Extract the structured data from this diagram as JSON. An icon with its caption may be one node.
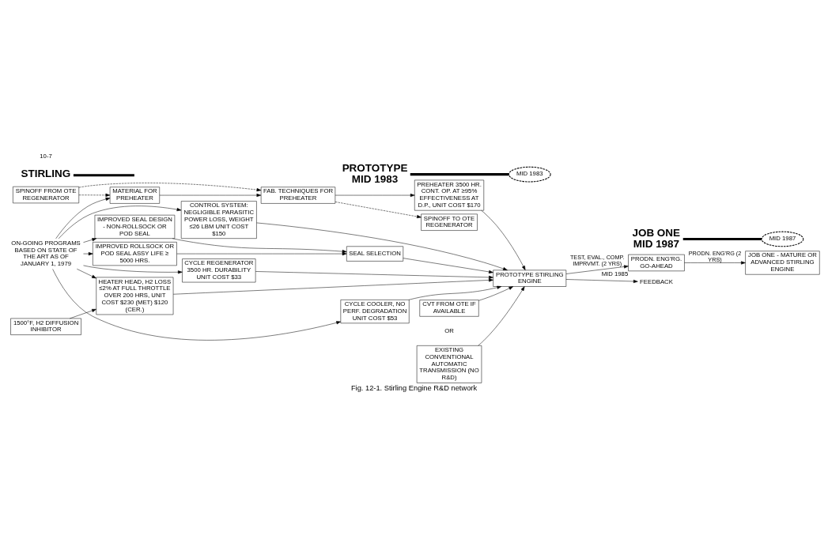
{
  "diagram": {
    "caption": "Fig. 12-1. Stirling Engine R&D network",
    "nodes": [
      {
        "text": [
          "SPINOFF FROM OTE REGENERATOR"
        ]
      },
      {
        "text": [
          "1500°F, H2 DIFFUSION INHIBITOR"
        ]
      },
      {
        "text": [
          "SPINOFF TO OTE REGENERATOR"
        ]
      },
      {
        "text": [
          "HEATER HEAD, H2 LOSS ≤2% AT FULL THROTTLE OVER 200 HRS, UNIT COST $230 (MET) $120 (CER.)"
        ]
      },
      {
        "text": [
          "MATERIAL FOR PREHEATER"
        ]
      },
      {
        "text": [
          "FAB. TECHNIQUES FOR PREHEATER"
        ]
      },
      {
        "text": [
          "PREHEATER 3500 HR. CONT. OP. AT ≥95% EFFECTIVENESS AT D.P., UNIT COST $170"
        ]
      },
      {
        "text": [
          "CYCLE REGENERATOR 3500 HR. DURABILITY UNIT COST $33"
        ]
      },
      {
        "text": [
          "CYCLE COOLER, NO PERF. DEGRADATION UNIT COST $53"
        ]
      },
      {
        "text": [
          "CONTROL SYSTEM: NEGLIGIBLE PARASITIC POWER LOSS, WEIGHT ≤26 LBM UNIT COST $150"
        ]
      },
      {
        "text": [
          "IMPROVED ROLLSOCK OR POD SEAL ASSY LIFE ≥ 5000 HRS."
        ]
      },
      {
        "text": [
          "IMPROVED SEAL DESIGN - NON-ROLLSOCK OR POD SEAL"
        ]
      },
      {
        "text": [
          "SEAL SELECTION"
        ]
      },
      {
        "text": [
          "PROTOTYPE STIRLING ENGINE"
        ]
      },
      {
        "text": [
          "CVT FROM OTE IF AVAILABLE"
        ]
      },
      {
        "text": [
          "EXISTING CONVENTIONAL AUTOMATIC TRANSMISSION (NO R&D)"
        ]
      },
      {
        "text": [
          "PRODN. ENG'RG. GO-AHEAD"
        ],
        "beside": [
          "MID 1985"
        ]
      },
      {
        "text": [
          "JOB ONE - MATURE OR ADVANCED STIRLING ENGINE"
        ]
      },
      {
        "text": [
          "ON-GOING PROGRAMS BASED ON STATE OF THE ART AS OF JANUARY 1, 1979"
        ]
      },
      {
        "text": [
          "MID 1983"
        ]
      },
      {
        "text": [
          "PROTOTYPE MID 1983"
        ]
      },
      {
        "text": [
          "MID 1987"
        ]
      },
      {
        "text": [
          "JOB ONE MID 1987"
        ]
      },
      {
        "text": [
          "FEEDBACK"
        ]
      },
      {
        "text": [
          "STIRLING"
        ]
      }
    ],
    "edges": [
      {
        "from": 18,
        "to": 3,
        "arrow": "to"
      },
      {
        "from": 18,
        "to": 4,
        "arrow": "to"
      },
      {
        "from": 18,
        "to": 7,
        "arrow": "to"
      },
      {
        "from": 18,
        "to": 8,
        "arrow": "to"
      },
      {
        "from": 18,
        "to": 9,
        "arrow": "to"
      },
      {
        "from": 18,
        "to": 10,
        "arrow": "to"
      },
      {
        "from": 18,
        "to": 11,
        "arrow": "to"
      },
      {
        "from": 0,
        "to": 4,
        "arrow": "to",
        "style": "dashed"
      },
      {
        "from": 0,
        "to": 5,
        "arrow": "to",
        "style": "dashed"
      },
      {
        "from": 1,
        "to": 3,
        "arrow": "to"
      },
      {
        "from": 4,
        "to": 5,
        "arrow": "to"
      },
      {
        "from": 5,
        "to": 6,
        "arrow": "to"
      },
      {
        "from": 5,
        "to": 2,
        "arrow": "to",
        "style": "dashed"
      },
      {
        "from": 3,
        "to": 13,
        "arrow": "to"
      },
      {
        "from": 6,
        "to": 13,
        "arrow": "to"
      },
      {
        "from": 7,
        "to": 13,
        "arrow": "to"
      },
      {
        "from": 8,
        "to": 13,
        "arrow": "to"
      },
      {
        "from": 9,
        "to": 13,
        "arrow": "to"
      },
      {
        "from": 10,
        "to": 12,
        "arrow": "to"
      },
      {
        "from": 11,
        "to": 12,
        "arrow": "to"
      },
      {
        "from": 12,
        "to": 13,
        "arrow": "to"
      },
      {
        "from": 14,
        "to": 13,
        "arrow": "to"
      },
      {
        "from": 15,
        "to": 13,
        "arrow": "to"
      },
      {
        "from": 13,
        "to": 16,
        "arrow": "to",
        "label": "TEST, EVAL., COMP. IMPRVMT. (2 YRS)"
      },
      {
        "from": 16,
        "to": 17,
        "arrow": "to",
        "label": "PRODN. ENG'RG (2 YRS)"
      },
      {
        "from": 13,
        "to": 23,
        "arrow": "to"
      },
      {
        "from": 20,
        "to": 19,
        "arrow": "none",
        "style": "thick"
      },
      {
        "from": 22,
        "to": 21,
        "arrow": "none",
        "style": "thick"
      },
      {
        "from": 24,
        "to": null,
        "arrow": "none",
        "style": "thick"
      }
    ],
    "labels": [
      "10-7",
      "OR"
    ]
  }
}
